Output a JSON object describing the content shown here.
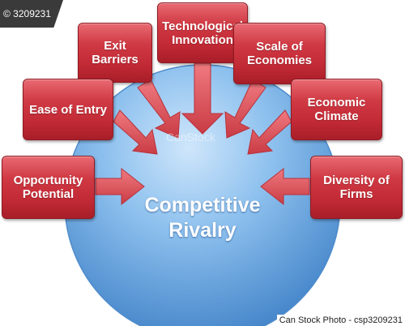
{
  "center": {
    "title": "Competitive\nRivalry"
  },
  "factors": [
    {
      "id": "technological-innovation",
      "label": "Technological\nInnovation"
    },
    {
      "id": "exit-barriers",
      "label": "Exit\nBarriers"
    },
    {
      "id": "scale-of-economies",
      "label": "Scale of\nEconomies"
    },
    {
      "id": "ease-of-entry",
      "label": "Ease of Entry"
    },
    {
      "id": "economic-climate",
      "label": "Economic\nClimate"
    },
    {
      "id": "opportunity-potential",
      "label": "Opportunity\nPotential"
    },
    {
      "id": "diversity-of-firms",
      "label": "Diversity of\nFirms"
    }
  ],
  "watermarks": {
    "top_left": "© 3209231",
    "center": "CanStock",
    "bottom_right": "Can Stock Photo - csp3209231"
  },
  "colors": {
    "circle": "#5f9fdc",
    "box": "#c22a35",
    "arrow": "#d84a52"
  }
}
